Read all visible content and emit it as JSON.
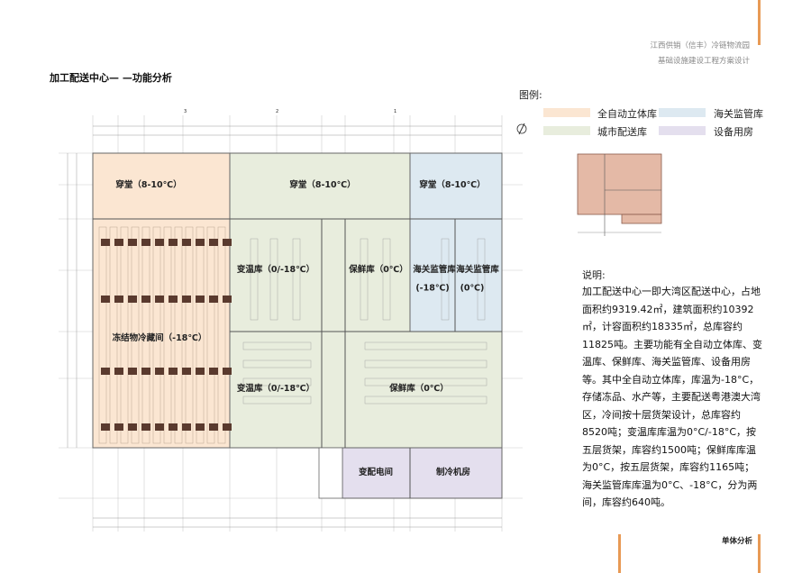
{
  "header": {
    "project_line1": "江西供销（信丰）冷链物流园",
    "project_line2": "基础设施建设工程方案设计"
  },
  "page_title": "加工配送中心— —功能分析",
  "legend": {
    "title": "图例:",
    "items": [
      {
        "label": "全自动立体库",
        "color": "#fbe6d2"
      },
      {
        "label": "海关监管库",
        "color": "#dde9f1"
      },
      {
        "label": "城市配送库",
        "color": "#e8eddd"
      },
      {
        "label": "设备用房",
        "color": "#e4dfee"
      }
    ]
  },
  "plan": {
    "rooms": {
      "hall_auto": "穿堂（8-10℃）",
      "hall_city": "穿堂（8-10℃）",
      "hall_customs": "穿堂（8-10℃）",
      "var_temp_upper": "变温库（0/-18℃）",
      "fresh_upper": "保鲜库（0℃）",
      "customs_1": "海关监管库",
      "customs_1_temp": "(-18℃)",
      "customs_2": "海关监管库",
      "customs_2_temp": "(0℃)",
      "frozen": "冻结物冷藏间（-18℃）",
      "var_temp_lower": "变温库（0/-18℃）",
      "fresh_lower": "保鲜库（0℃）",
      "substation": "变配电间",
      "refrigeration": "制冷机房"
    },
    "axis_labels_top": [
      "3",
      "2",
      "1"
    ],
    "colors": {
      "auto": "#fbe6d2",
      "city": "#e8eddd",
      "customs": "#dde9f1",
      "equipment": "#e4dfee"
    }
  },
  "description": {
    "title": "说明:",
    "body": "加工配送中心一即大湾区配送中心，占地面积约9319.42㎡，建筑面积约10392㎡，计容面积约18335㎡，总库容约11825吨。主要功能有全自动立体库、变温库、保鲜库、海关监管库、设备用房等。其中全自动立体库，库温为-18°C，存储冻品、水产等，主要配送粤港澳大湾区，冷间按十层货架设计，总库容约8520吨；变温库库温为0°C/-18°C，按五层货架，库容约1500吨；保鲜库库温为0°C，按五层货架，库容约1165吨；海关监管库库温为0°C、-18°C，分为两间，库容约640吨。"
  },
  "footer": "单体分析",
  "accent_color": "#e89a55"
}
